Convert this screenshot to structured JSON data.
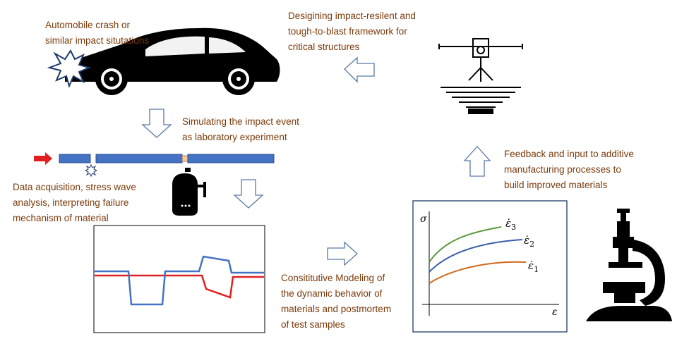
{
  "labels": {
    "crash": [
      "Automobile crash or",
      "similar impact situtations"
    ],
    "designing": [
      "Desigining impact-resilent and",
      "tough-to-blast framework for",
      "critical structures"
    ],
    "simulating": [
      "Simulating the impact event",
      "as laboratory experiment"
    ],
    "feedback": [
      "Feedback and input to additive",
      "manufacturing processes to",
      "build improved materials"
    ],
    "acquisition": [
      "Data acquisition, stress wave",
      "analysis, interpreting failure",
      "mechanism of material"
    ],
    "modeling": [
      "Consititutive Modeling of",
      "the dynamic behavior of",
      "materials and postmortem",
      "of test samples"
    ]
  },
  "plot": {
    "y_axis_symbol": "σ",
    "x_axis_symbol": "ε",
    "curves": [
      {
        "label": "ε̇₃",
        "base": "ε̇",
        "sub": "3",
        "color": "#5b9a3c"
      },
      {
        "label": "ε̇₂",
        "base": "ε̇",
        "sub": "2",
        "color": "#3a5fa8"
      },
      {
        "label": "ε̇₁",
        "base": "ε̇",
        "sub": "1",
        "color": "#d06a1e"
      }
    ]
  },
  "colors": {
    "text": "#7a3a0a",
    "bar": "#4472c4",
    "impactor": "#e02020",
    "incident_wave": "#4472c4",
    "reflected_wave": "#e02020"
  },
  "icons": [
    "car-icon",
    "crash-burst-icon",
    "3d-printer-icon",
    "microscope-icon",
    "strain-gauge-amplifier-icon"
  ]
}
